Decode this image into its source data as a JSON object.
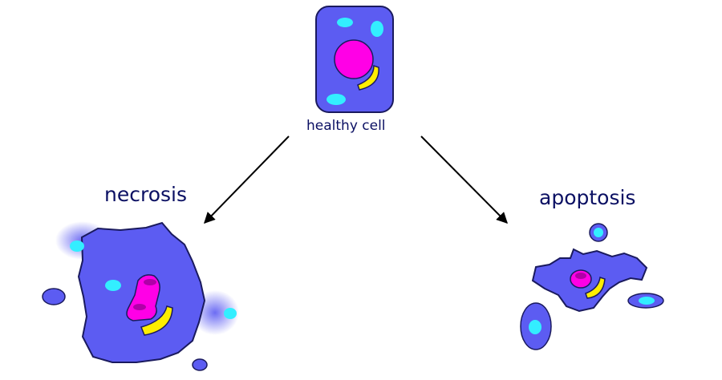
{
  "labels": {
    "healthy": "healthy cell",
    "necrosis": "necrosis",
    "apoptosis": "apoptosis"
  },
  "colors": {
    "cytoplasm": "#5c5cf2",
    "outline": "#1a1a5e",
    "nucleus": "#ff00e6",
    "mitochondrion": "#ffee00",
    "vacuole": "#33eeff",
    "text": "#0b1063",
    "arrow": "#000000"
  }
}
